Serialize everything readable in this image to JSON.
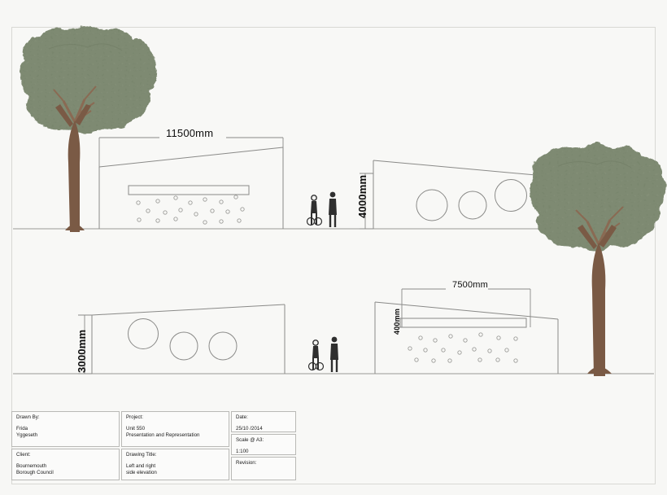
{
  "sheet": {
    "background": "#f7f7f5",
    "border_color": "#d8d8d4"
  },
  "drawing": {
    "type": "architectural-elevation",
    "line_color": "#8a8a88",
    "ground_line_color": "#9a9a97",
    "tree_canopy_color": "#7e8a72",
    "tree_trunk_color": "#7a5a45",
    "figure_color": "#2a2a2a",
    "elevations": [
      {
        "name": "top-left-elevation",
        "roof": "rises left to right",
        "features": [
          "ribbon-window",
          "scattered-circles"
        ]
      },
      {
        "name": "top-right-elevation",
        "roof": "falls left to right",
        "features": [
          "three-round-windows"
        ]
      },
      {
        "name": "bottom-left-elevation",
        "roof": "rises left to right",
        "features": [
          "three-round-windows"
        ]
      },
      {
        "name": "bottom-right-elevation",
        "roof": "falls left to right",
        "features": [
          "ribbon-window",
          "scattered-circles"
        ]
      }
    ]
  },
  "dimensions": {
    "width_top_left": "11500mm",
    "height_top_right": "4000mm",
    "height_bottom_left": "3000mm",
    "width_bottom_right": "7500mm",
    "window_height_bottom_right": "400mm"
  },
  "title_block": {
    "drawn_by": {
      "label": "Drawn By:",
      "value": "Frida\n Yggeseth"
    },
    "client": {
      "label": "Client:",
      "value": "Bournemouth\nBorough Council"
    },
    "project": {
      "label": "Project:",
      "value": "Unit 550\nPresentation and Representation"
    },
    "drawing_title": {
      "label": "Drawing Title:",
      "value": "Left and right\nside elevation"
    },
    "date": {
      "label": "Date:",
      "value": "25/10 /2014"
    },
    "scale": {
      "label": "Scale @ A3:",
      "value": "1:100"
    },
    "revision": {
      "label": "Revision:",
      "value": ""
    }
  }
}
